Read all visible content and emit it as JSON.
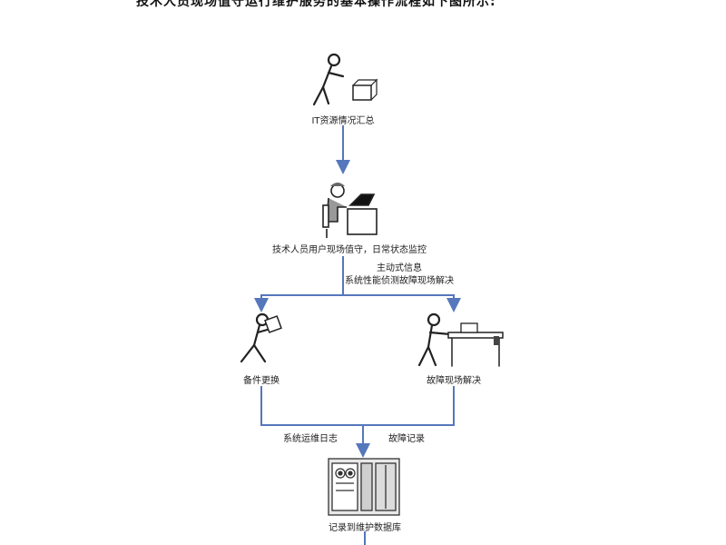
{
  "heading": "技术人员现场值守运行维护服务的基本操作流程如下图所示:",
  "nodes": {
    "it_summary": {
      "label": "IT资源情况汇总",
      "icon": "person-carrying-box-icon"
    },
    "onsite_duty": {
      "label": "技术人员用户现场值守，日常状态监控",
      "icon": "person-at-desk-computer-icon"
    },
    "spare_replace": {
      "label": "备件更换",
      "icon": "person-walking-with-box-icon"
    },
    "fault_resolve": {
      "label": "故障现场解决",
      "icon": "person-at-workbench-icon"
    },
    "record_db": {
      "label": "记录到维护数据库",
      "icon": "server-cabinet-icon"
    }
  },
  "edges": {
    "split_label_1": "主动式信息",
    "split_label_2": "系统性能侦测故障现场解决",
    "left_merge_label": "系统运维日志",
    "right_merge_label": "故障记录"
  },
  "colors": {
    "arrow": "#5577bb",
    "line": "#333333"
  }
}
